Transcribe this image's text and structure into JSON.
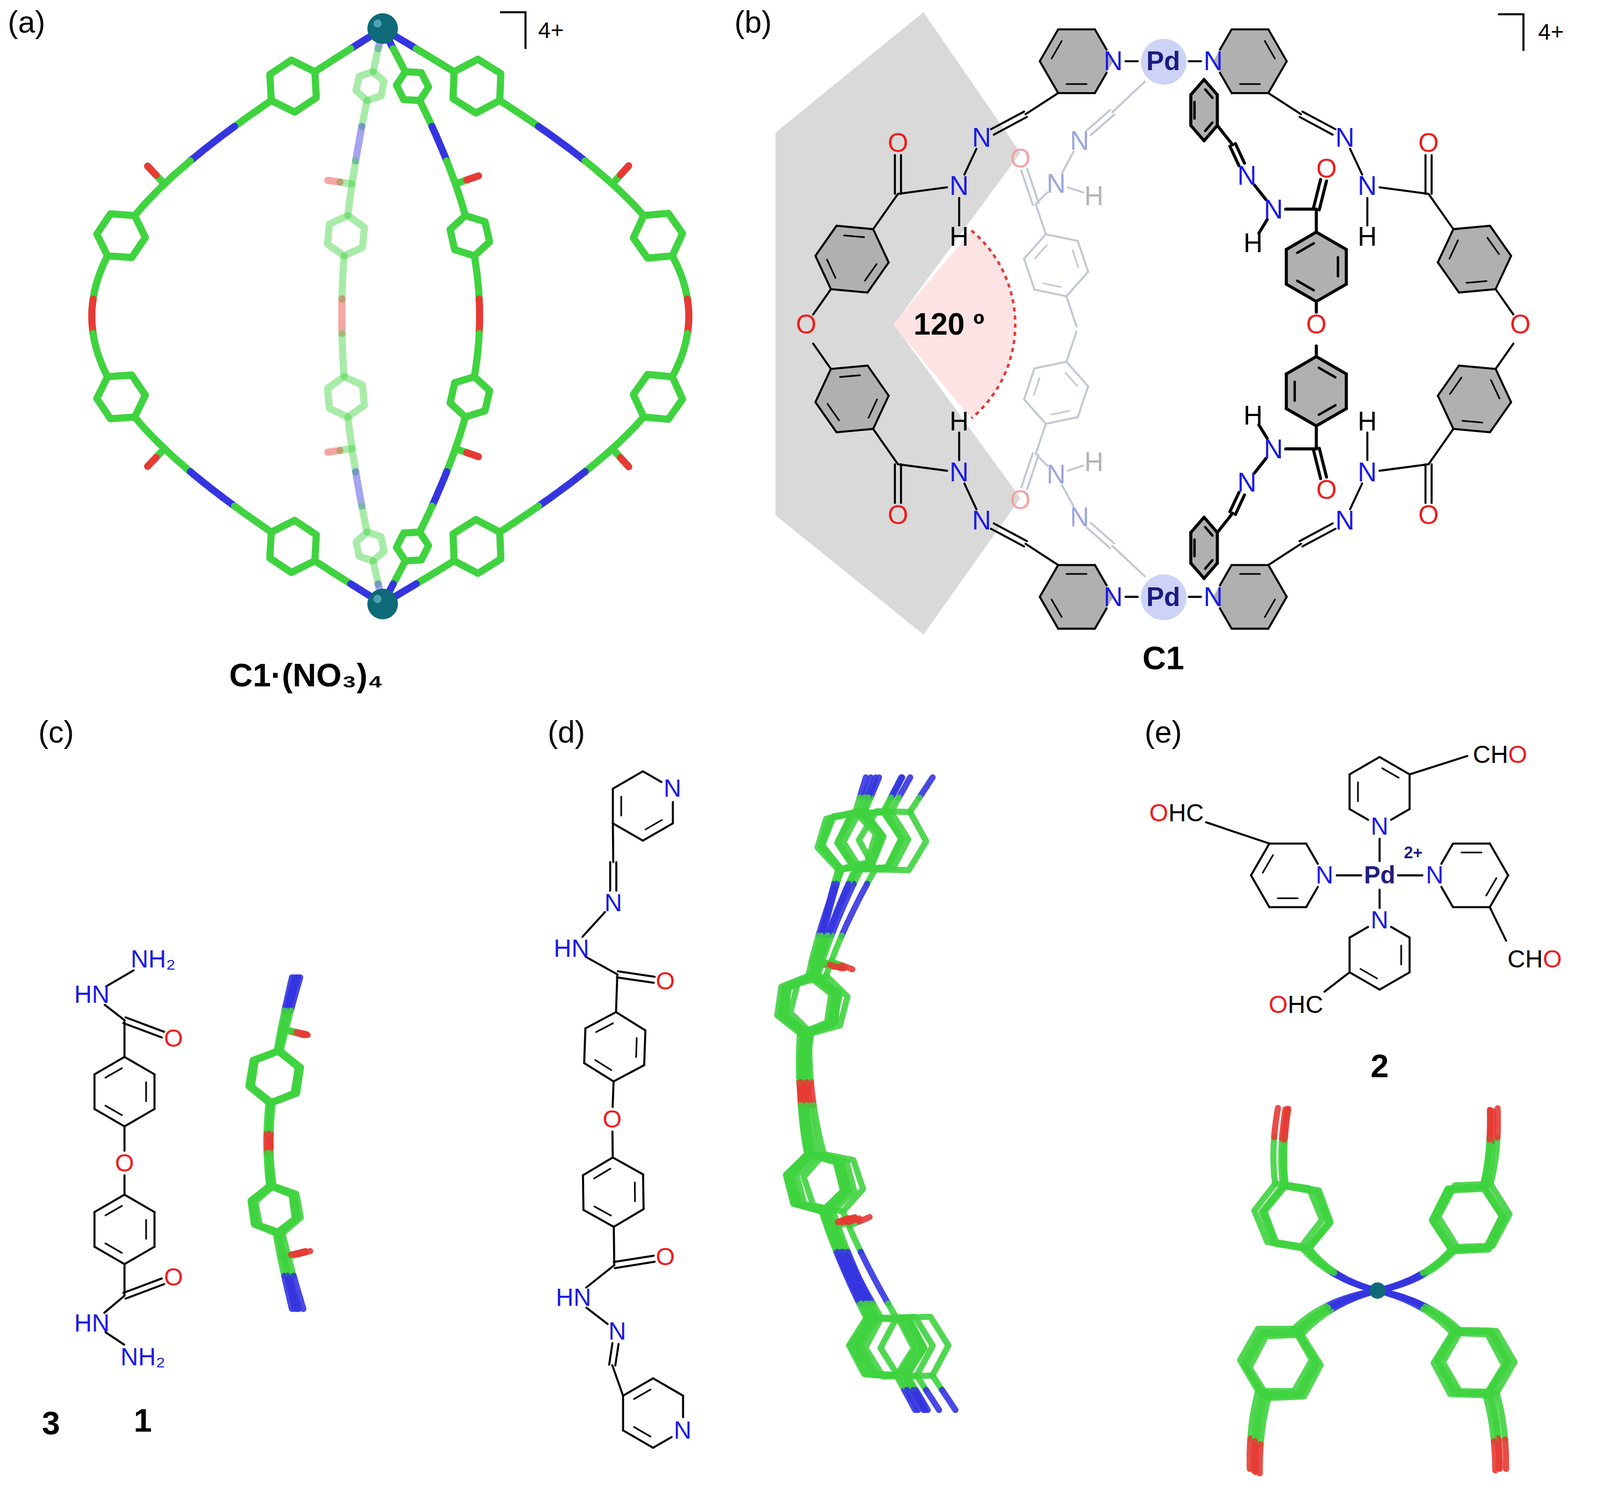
{
  "diagram": {
    "nodes": [
      {
        "text": [
          "Pd"
        ]
      },
      {
        "text": [
          "Pd"
        ]
      }
    ],
    "labels": [
      "(a)",
      "4+",
      "C1·(NO₃)₄",
      "(b)",
      "4+",
      "C1",
      "120 º",
      "N",
      "N",
      "N",
      "N",
      "N",
      "O",
      "N",
      "H",
      "O",
      "H",
      "N",
      "O",
      "N",
      "N",
      "O",
      "N",
      "H",
      "O",
      "H",
      "N",
      "O",
      "N",
      "N",
      "O",
      "N",
      "H",
      "O",
      "H",
      "N",
      "O",
      "N",
      "N",
      "O",
      "N",
      "H",
      "H",
      "N",
      "O",
      "N",
      "(c)",
      "NH₂",
      "HN",
      "O",
      "O",
      "O",
      "HN",
      "NH₂",
      "1",
      "(d)",
      "N",
      "N",
      "HN",
      "O",
      "O",
      "O",
      "HN",
      "N",
      "N",
      "3",
      "(e)",
      "CH",
      "O",
      "O",
      "HC",
      "N",
      "N",
      "Pd",
      "2+",
      "N",
      "N",
      "CH",
      "O",
      "O",
      "HC",
      "2"
    ]
  }
}
